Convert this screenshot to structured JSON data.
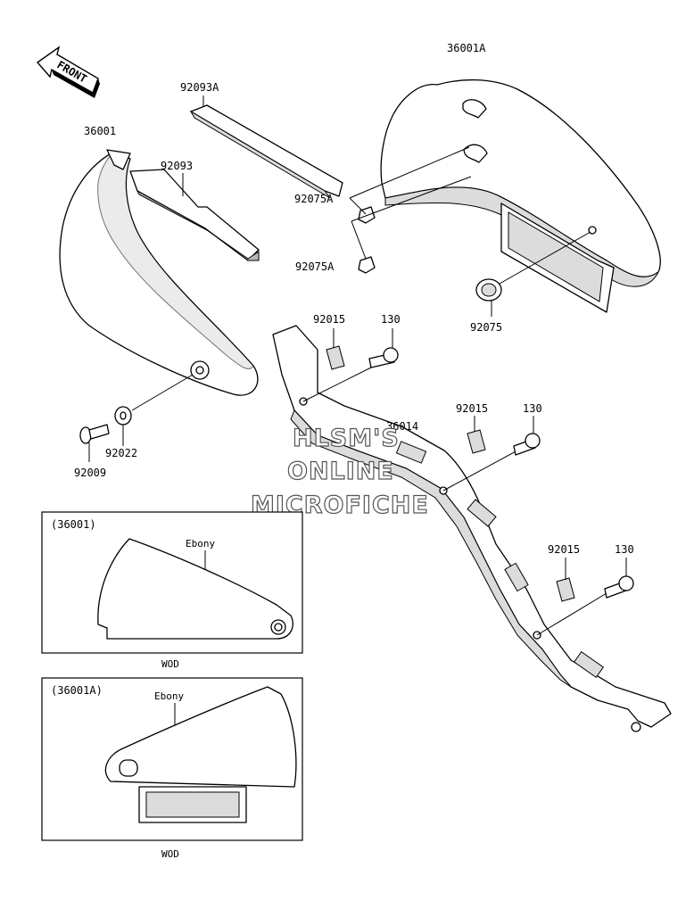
{
  "front_arrow_label": "FRONT",
  "callouts": {
    "p36001": "36001",
    "p36001A": "36001A",
    "p92093A": "92093A",
    "p92093": "92093",
    "p92075A_1": "92075A",
    "p92075A_2": "92075A",
    "p92075": "92075",
    "p92015_1": "92015",
    "p92015_2": "92015",
    "p92015_3": "92015",
    "p130_1": "130",
    "p130_2": "130",
    "p130_3": "130",
    "p36014": "36014",
    "p92022": "92022",
    "p92009": "92009"
  },
  "inset_left": {
    "ref": "(36001)",
    "color_label": "Ebony",
    "model": "WOD"
  },
  "inset_right": {
    "ref": "(36001A)",
    "color_label": "Ebony",
    "model": "WOD"
  },
  "watermark": {
    "line1": "HLSM'S",
    "line2": "ONLINE",
    "line3": "MICROFICHE"
  }
}
